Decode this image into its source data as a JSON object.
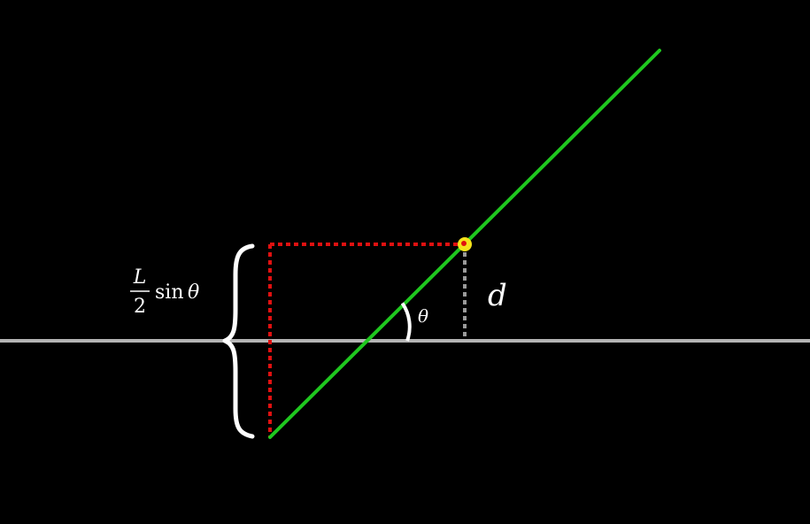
{
  "labels": {
    "height_numerator": "L",
    "height_denominator": "2",
    "height_function": "sin",
    "height_variable": "θ",
    "angle": "θ",
    "distance": "d"
  },
  "colors": {
    "background": "#000000",
    "baseline": "#b3b3b3",
    "needle": "#1fc81f",
    "projection": "#e01010",
    "distance_marker": "#9a9a9a",
    "midpoint_fill": "#f5e21a",
    "midpoint_core": "#e01010",
    "text": "#ffffff"
  }
}
